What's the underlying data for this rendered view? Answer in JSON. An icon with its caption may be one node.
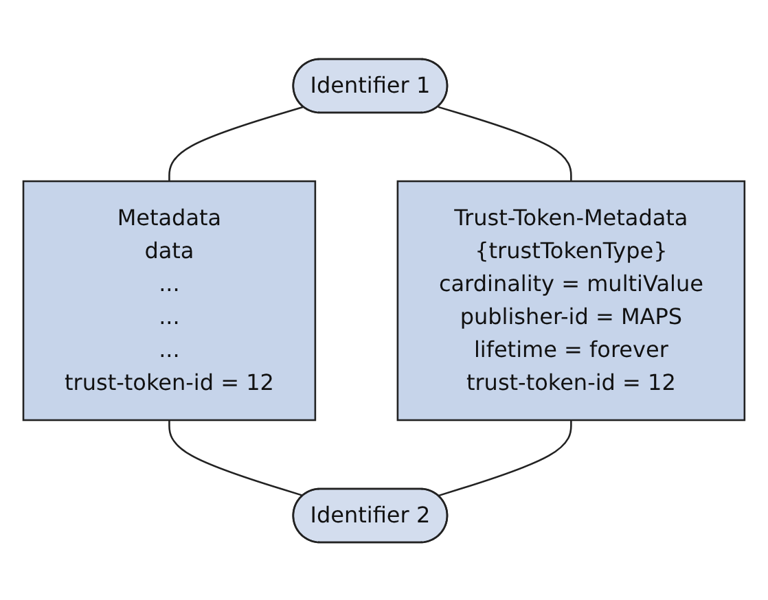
{
  "diagram": {
    "nodes": [
      {
        "text": [
          "Identifier 1"
        ]
      },
      {
        "text": [
          "Metadata",
          "data",
          "...",
          "...",
          "...",
          "trust-token-id = 12"
        ]
      },
      {
        "text": [
          "Trust-Token-Metadata",
          "{trustTokenType}",
          "cardinality = multiValue",
          "publisher-id = MAPS",
          "lifetime = forever",
          "trust-token-id = 12"
        ]
      },
      {
        "text": [
          "Identifier 2"
        ]
      }
    ],
    "edges": [
      {
        "from": 0,
        "to": 1,
        "arrow": "none"
      },
      {
        "from": 0,
        "to": 2,
        "arrow": "none"
      },
      {
        "from": 1,
        "to": 3,
        "arrow": "none"
      },
      {
        "from": 2,
        "to": 3,
        "arrow": "none"
      }
    ]
  }
}
